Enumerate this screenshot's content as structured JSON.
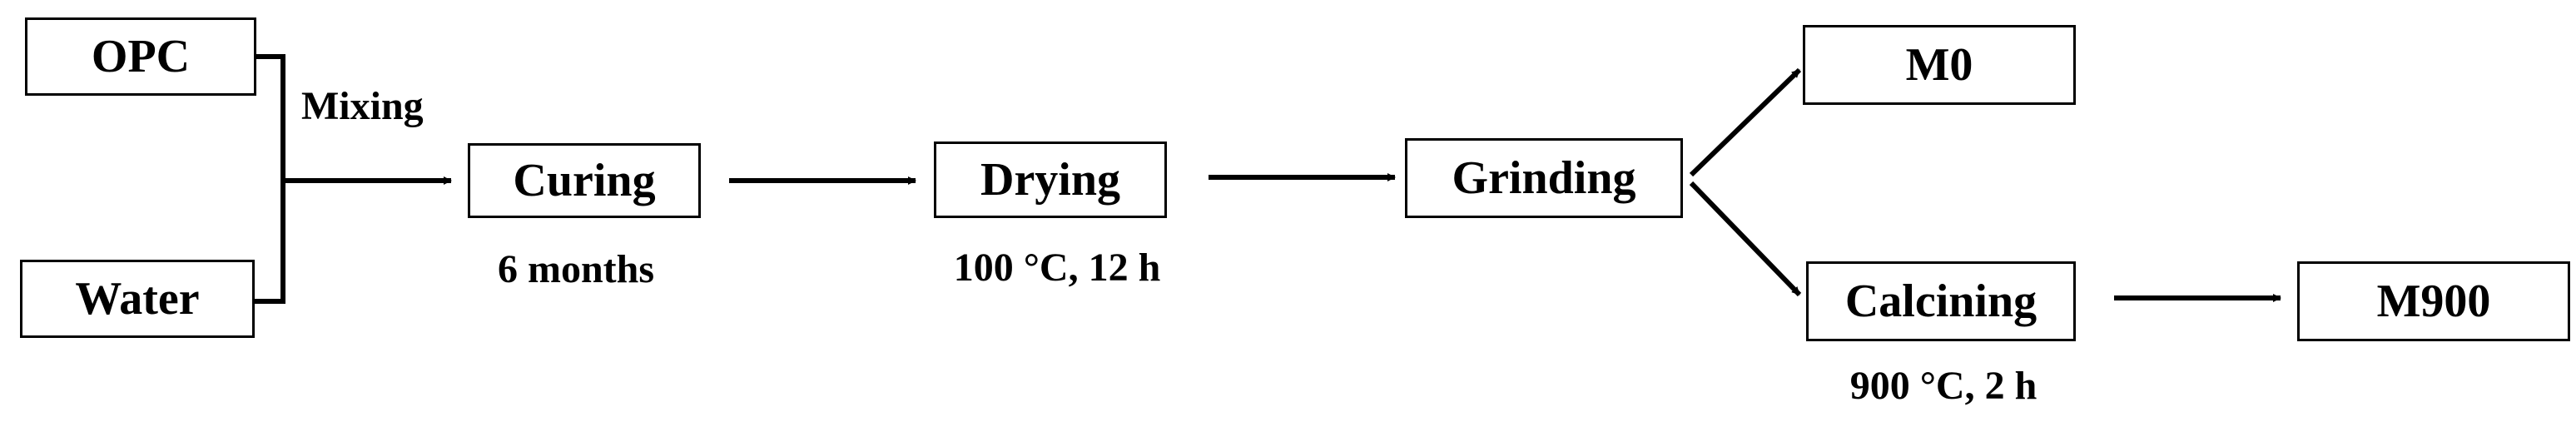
{
  "nodes": {
    "opc": "OPC",
    "water": "Water",
    "curing": "Curing",
    "drying": "Drying",
    "grinding": "Grinding",
    "m0": "M0",
    "calcining": "Calcining",
    "m900": "M900"
  },
  "labels": {
    "mixing": "Mixing",
    "curing_condition": "6 months",
    "drying_condition": "100 °C, 12 h",
    "calcining_condition": "900 °C, 2 h"
  }
}
